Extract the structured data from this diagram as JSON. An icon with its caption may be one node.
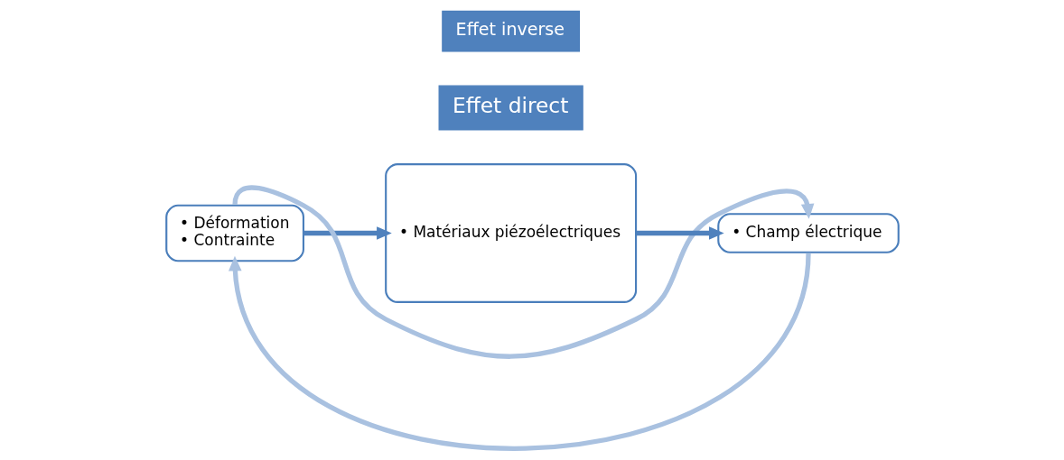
{
  "diagram": {
    "nodes": [
      {
        "text": [
          "• Déformation",
          "• Contrainte"
        ]
      },
      {
        "text": [
          "• Matériaux piézoélectriques"
        ]
      },
      {
        "text": [
          "• Champ électrique"
        ]
      },
      {
        "text": [
          "Effet direct"
        ]
      },
      {
        "text": [
          "Effet inverse"
        ]
      }
    ],
    "edges": [
      {
        "from": 0,
        "to": 1,
        "arrow": "to"
      },
      {
        "from": 1,
        "to": 2,
        "arrow": "to"
      },
      {
        "from": 0,
        "to": 2,
        "arrow": "to",
        "color": "#a9c1e0"
      },
      {
        "from": 2,
        "to": 0,
        "arrow": "to",
        "color": "#a9c1e0"
      }
    ]
  }
}
